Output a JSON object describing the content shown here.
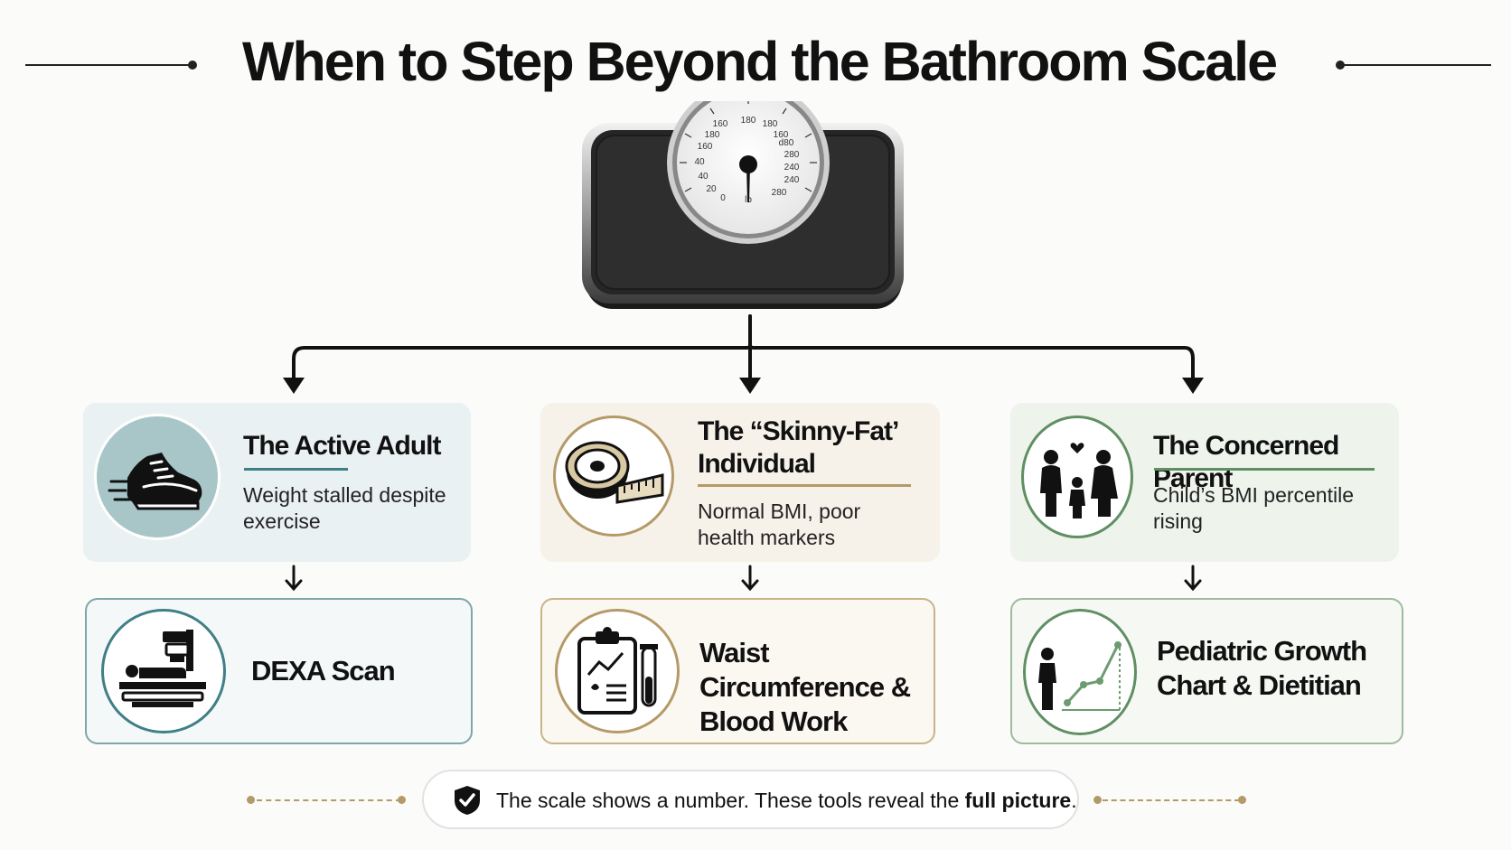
{
  "title": "When to Step Beyond the Bathroom Scale",
  "scale": {
    "dial_ticks_left": [
      "160",
      "180",
      "160",
      "40",
      "40",
      "20",
      "0"
    ],
    "dial_ticks_top": "180",
    "dial_ticks_right": [
      "180",
      "160",
      "d80",
      "280",
      "240",
      "240",
      "280"
    ],
    "dial_unit": "lb"
  },
  "profiles": [
    {
      "title": "The Active Adult",
      "subtitle": "Weight stalled despite exercise",
      "icon": "running-shoe-icon",
      "accent": "#3f7f86",
      "tool": "DEXA Scan",
      "tool_icon": "dexa-scanner-icon"
    },
    {
      "title": "The “Skinny-Fat’ Individual",
      "subtitle": "Normal BMI, poor health markers",
      "icon": "tape-measure-icon",
      "accent": "#b49a68",
      "tool": "Waist Circumference & Blood Work",
      "tool_icon": "clipboard-blood-test-icon"
    },
    {
      "title": "The Concerned Parent",
      "subtitle": "Child’s BMI percentile rising",
      "icon": "family-icon",
      "accent": "#5f8f62",
      "tool": "Pediatric Growth Chart & Dietitian",
      "tool_icon": "growth-chart-icon"
    }
  ],
  "footer": {
    "text": "The scale shows a number. These tools reveal the ",
    "bold": "full picture",
    "end": "."
  }
}
